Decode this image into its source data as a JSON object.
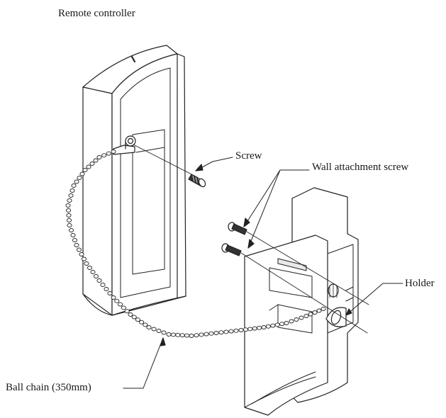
{
  "labels": {
    "remote_controller": "Remote controller",
    "screw": "Screw",
    "wall_attachment_screw": "Wall attachment screw",
    "holder": "Holder",
    "ball_chain": "Ball chain (350mm)"
  },
  "colors": {
    "line": "#222222",
    "face": "#ffffff",
    "shade": "#e9e9e9"
  }
}
